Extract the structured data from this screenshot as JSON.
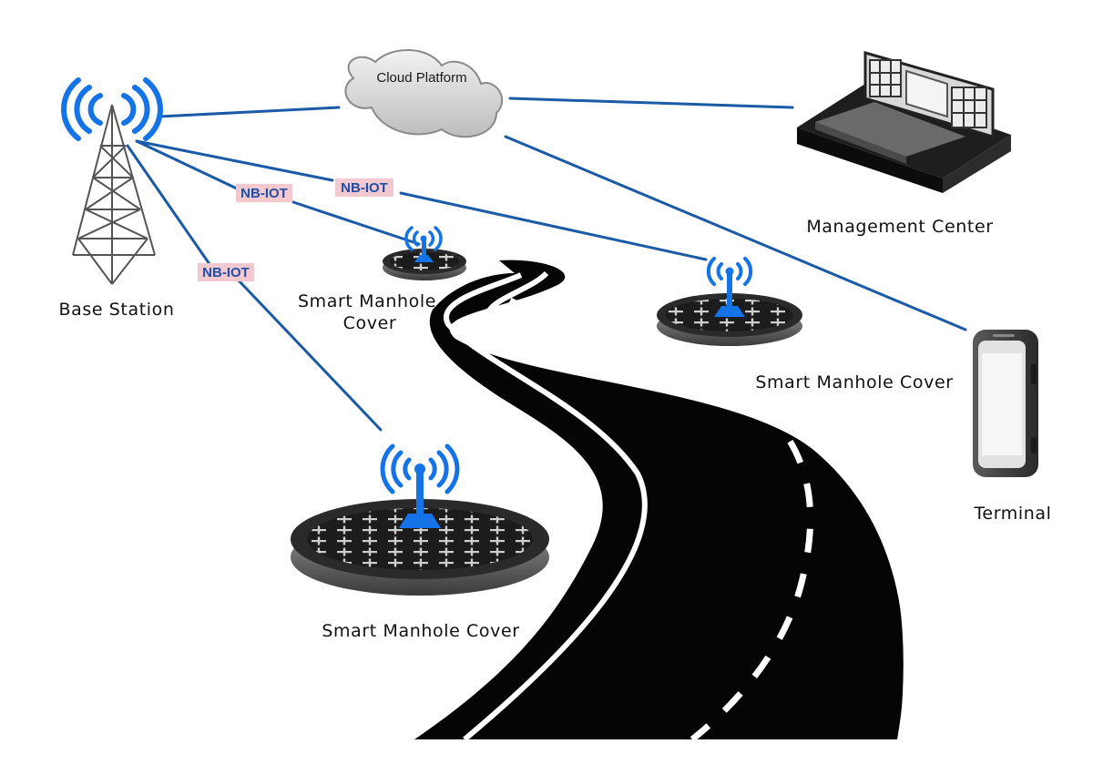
{
  "colors": {
    "link_line": "#1a5aa6",
    "signal_blue": "#1473e6",
    "tag_background": "#f3c9cf",
    "road": "#050505",
    "road_marking": "#ffffff",
    "cover_dark": "#1c1c1c",
    "cloud_fill": "#e3e3e3"
  },
  "icons": [
    "radio-tower-icon",
    "cloud-icon",
    "control-room-icon",
    "smartphone-icon",
    "manhole-cover-icon",
    "wireless-signal-icon",
    "road-icon"
  ],
  "nodes": {
    "base_station": "Base Station",
    "cloud_platform": "Cloud Platform",
    "management_center": "Management Center",
    "terminal": "Terminal",
    "manhole_small": "Smart Manhole",
    "manhole_small_line2": "Cover",
    "manhole_medium": "Smart Manhole Cover",
    "manhole_large": "Smart Manhole Cover"
  },
  "links": {
    "nb_iot_1": "NB-IOT",
    "nb_iot_2": "NB-IOT",
    "nb_iot_3": "NB-IOT"
  }
}
